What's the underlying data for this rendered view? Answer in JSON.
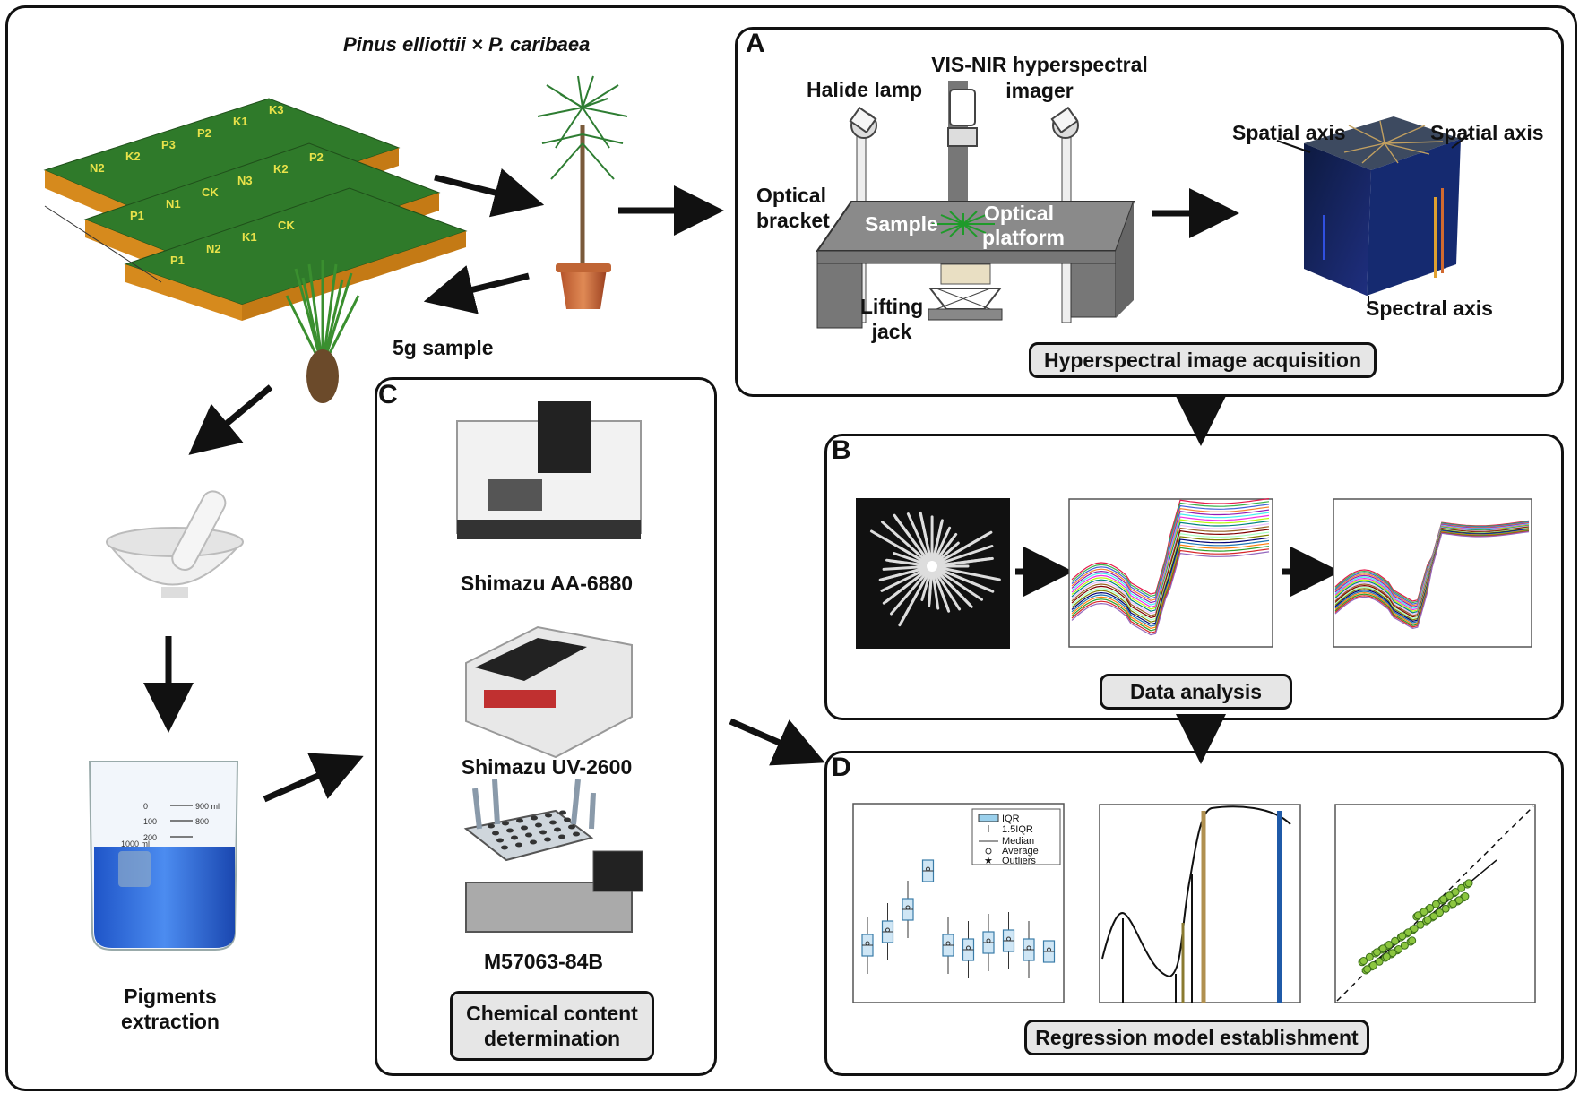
{
  "species_title": "Pinus elliottii × P. caribaea",
  "sample_label": "5g sample",
  "pigments_label": "Pigments\nextraction",
  "plot_labels": [
    "N2",
    "K2",
    "P3",
    "P2",
    "K1",
    "K3",
    "P1",
    "N1",
    "CK",
    "N3",
    "K2",
    "P2",
    "P1",
    "N2",
    "K1",
    "CK"
  ],
  "panel_a": {
    "letter": "A",
    "halide_lamp": "Halide lamp",
    "imager": "VIS-NIR  hyperspectral\nimager",
    "optical_bracket": "Optical\nbracket",
    "sample": "Sample",
    "optical_platform": "Optical\nplatform",
    "lifting_jack": "Lifting\njack",
    "spatial_axis_left": "Spatial axis",
    "spatial_axis_right": "Spatial axis",
    "spectral_axis": "Spectral axis",
    "caption": "Hyperspectral image acquisition"
  },
  "panel_b": {
    "letter": "B",
    "caption": "Data analysis"
  },
  "panel_c": {
    "letter": "C",
    "instrument_1": "Shimazu AA-6880",
    "instrument_2": "Shimazu UV-2600",
    "instrument_3": "M57063-84B",
    "caption": "Chemical content\ndetermination"
  },
  "panel_d": {
    "letter": "D",
    "caption": "Regression model establishment",
    "legend": [
      "IQR",
      "1.5IQR",
      "Median",
      "Average",
      "Outliers"
    ]
  },
  "beaker_marks": [
    "0",
    "900 ml",
    "100",
    "800",
    "200",
    "1000 ml"
  ],
  "colors": {
    "liquid": "#2f6fe0",
    "needle": "#2e9a3a",
    "box": "#cfe6f5",
    "scatter": "#8cc63f"
  }
}
